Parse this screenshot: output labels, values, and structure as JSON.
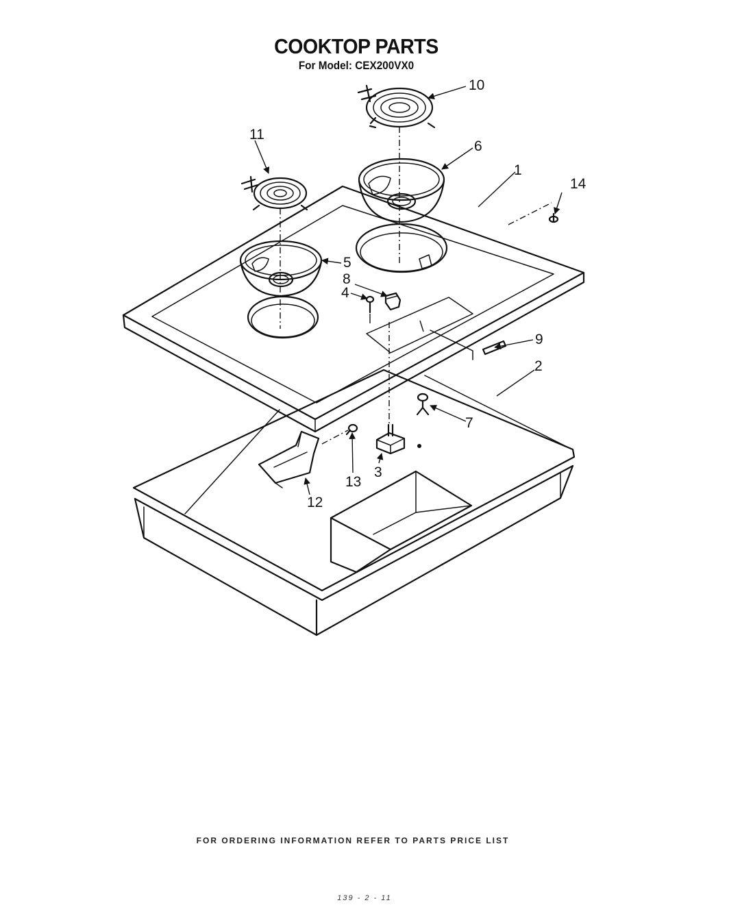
{
  "header": {
    "title": "COOKTOP PARTS",
    "subtitle": "For Model: CEX200VX0"
  },
  "footer": {
    "note": "FOR ORDERING INFORMATION REFER TO PARTS PRICE LIST",
    "handwritten": "139 - 2 - 11"
  },
  "callouts": [
    "1",
    "2",
    "3",
    "4",
    "5",
    "6",
    "7",
    "8",
    "9",
    "10",
    "11",
    "12",
    "13",
    "14"
  ]
}
